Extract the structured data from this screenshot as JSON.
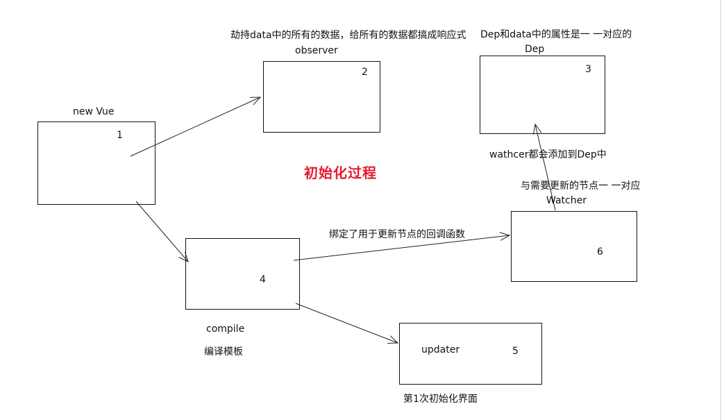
{
  "colors": {
    "box_stroke": "#111111",
    "arrow": "#222222",
    "title": "#e8192c",
    "page_edge": "#e6e6e6"
  },
  "title": "初始化过程",
  "nodes": {
    "new_vue": {
      "label": "new Vue",
      "number": "1"
    },
    "observer": {
      "label": "observer",
      "number": "2",
      "note": "劫持data中的所有的数据，给所有的数据都搞成响应式"
    },
    "dep": {
      "label": "Dep",
      "number": "3",
      "note": "Dep和data中的属性是一 一对应的"
    },
    "compile": {
      "label": "compile",
      "number": "4",
      "note": "编译模板"
    },
    "updater": {
      "label": "updater",
      "number": "5",
      "note": "第1次初始化界面"
    },
    "watcher": {
      "label": "Watcher",
      "number": "6",
      "note": "与需要更新的节点一 一对应"
    }
  },
  "edges": {
    "watcher_to_dep": "wathcer都会添加到Dep中",
    "compile_to_watcher": "绑定了用于更新节点的回调函数"
  }
}
